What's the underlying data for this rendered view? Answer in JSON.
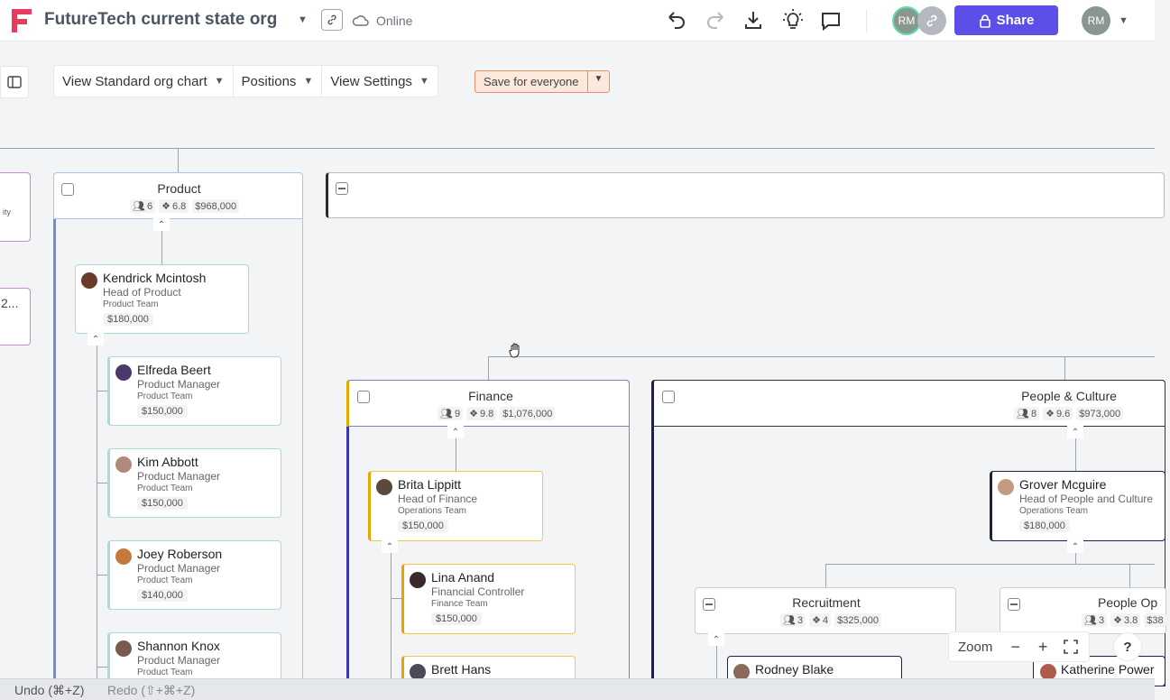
{
  "header": {
    "title": "FutureTech current state org",
    "status": "Online",
    "avatar_initials": "RM",
    "share_label": "Share",
    "brand_color": "#e53d5b",
    "share_color": "#5b4fe8"
  },
  "toolbar": {
    "view_chart": "View Standard org chart",
    "positions": "Positions",
    "view_settings": "View Settings",
    "save_everyone": "Save for everyone"
  },
  "partial": {
    "left_card_text": "ity",
    "left_card2_text": "2..."
  },
  "departments": {
    "product": {
      "name": "Product",
      "headcount": "6",
      "fte": "6.8",
      "budget": "$968,000",
      "color": "#7aa6d9"
    },
    "finance": {
      "name": "Finance",
      "headcount": "9",
      "fte": "9.8",
      "budget": "$1,076,000",
      "color": "#3a35b0"
    },
    "people": {
      "name": "People & Culture",
      "headcount": "8",
      "fte": "9.6",
      "budget": "$973,000",
      "color": "#1f1f4a"
    },
    "recruitment": {
      "name": "Recruitment",
      "headcount": "3",
      "fte": "4",
      "budget": "$325,000"
    },
    "people_ops": {
      "name": "People Op",
      "headcount": "3",
      "fte": "3.8",
      "budget": "$38"
    }
  },
  "people": {
    "kendrick": {
      "name": "Kendrick Mcintosh",
      "role": "Head of Product",
      "team": "Product Team",
      "salary": "$180,000"
    },
    "elfreda": {
      "name": "Elfreda Beert",
      "role": "Product Manager",
      "team": "Product Team",
      "salary": "$150,000"
    },
    "kim": {
      "name": "Kim Abbott",
      "role": "Product Manager",
      "team": "Product Team",
      "salary": "$150,000"
    },
    "joey": {
      "name": "Joey Roberson",
      "role": "Product Manager",
      "team": "Product Team",
      "salary": "$140,000"
    },
    "shannon": {
      "name": "Shannon Knox",
      "role": "Product Manager",
      "team": "Product Team"
    },
    "brita": {
      "name": "Brita Lippitt",
      "role": "Head of Finance",
      "team": "Operations Team",
      "salary": "$150,000"
    },
    "lina": {
      "name": "Lina Anand",
      "role": "Financial Controller",
      "team": "Finance Team",
      "salary": "$150,000"
    },
    "brett": {
      "name": "Brett Hans"
    },
    "grover": {
      "name": "Grover Mcguire",
      "role": "Head of People and Culture",
      "team": "Operations Team",
      "salary": "$180,000"
    },
    "rodney": {
      "name": "Rodney Blake"
    },
    "katherine": {
      "name": "Katherine Power"
    }
  },
  "zoom": {
    "label": "Zoom",
    "minus": "−",
    "plus": "+",
    "help": "?"
  },
  "footer": {
    "undo": "Undo (⌘+Z)",
    "redo": "Redo (⇧+⌘+Z)"
  }
}
